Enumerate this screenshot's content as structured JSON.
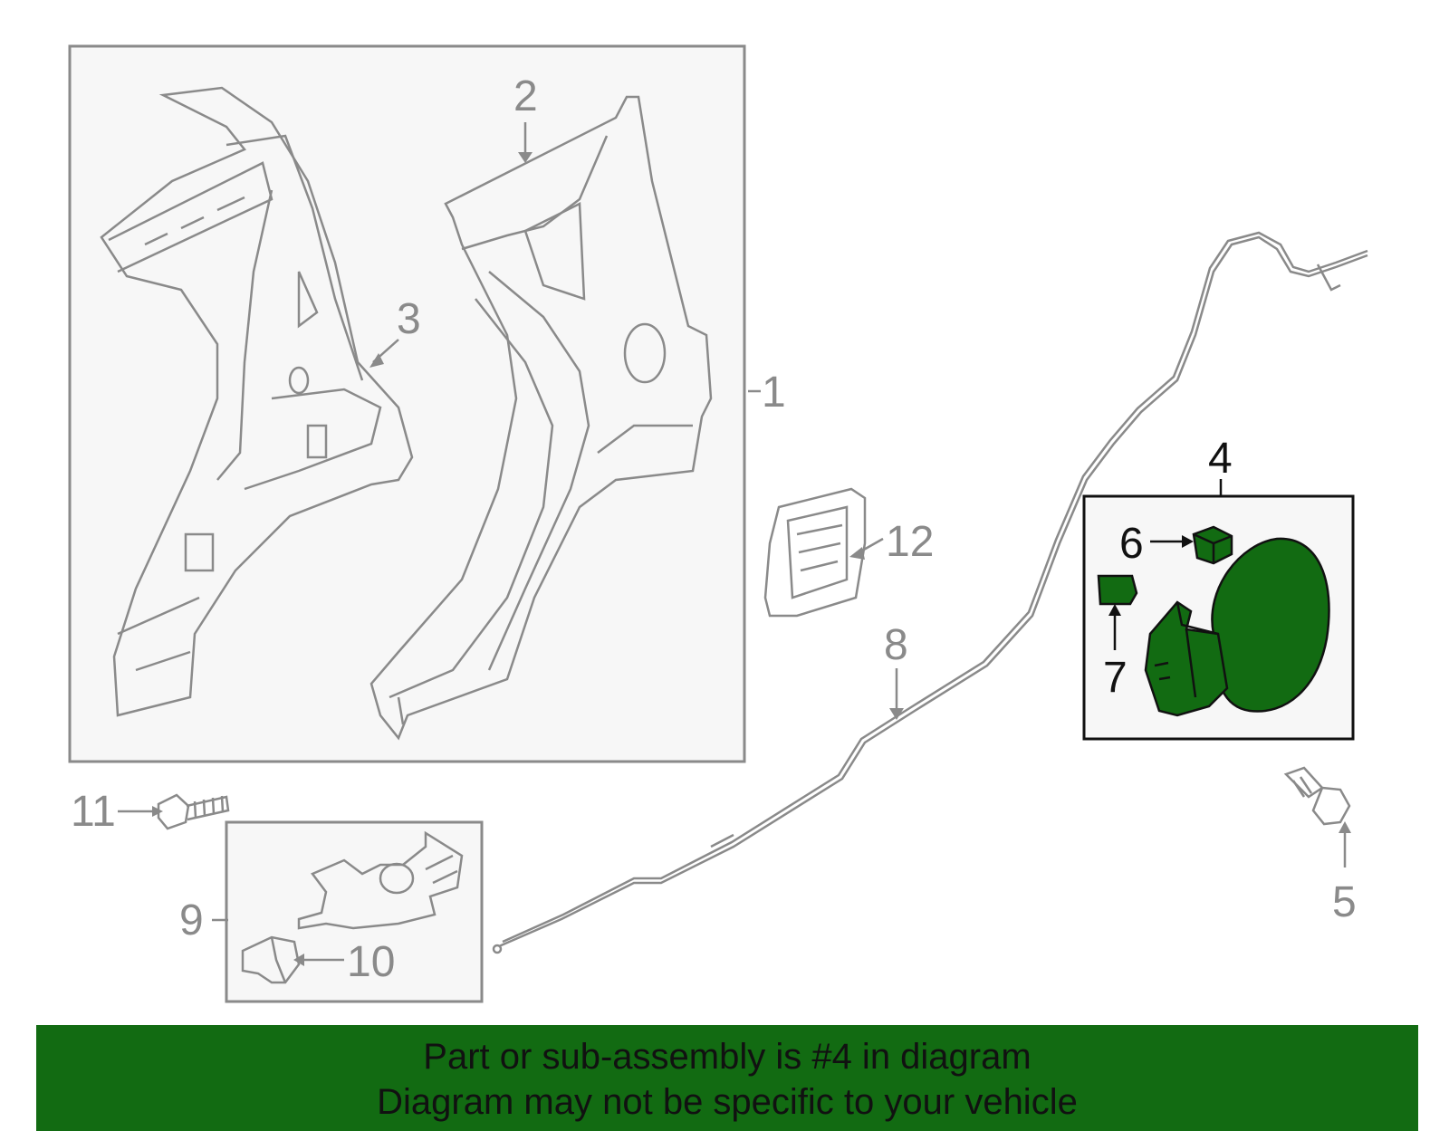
{
  "callouts": {
    "c1": "1",
    "c2": "2",
    "c3": "3",
    "c4": "4",
    "c5": "5",
    "c6": "6",
    "c7": "7",
    "c8": "8",
    "c9": "9",
    "c10": "10",
    "c11": "11",
    "c12": "12"
  },
  "banner": {
    "line1": "Part or sub-assembly is #4 in diagram",
    "line2": "Diagram may not be specific to your vehicle"
  },
  "colors": {
    "highlight_fill": "#126b12",
    "banner_bg": "#126b12",
    "line_grey": "#8a8a8a",
    "box_black": "#111111"
  }
}
